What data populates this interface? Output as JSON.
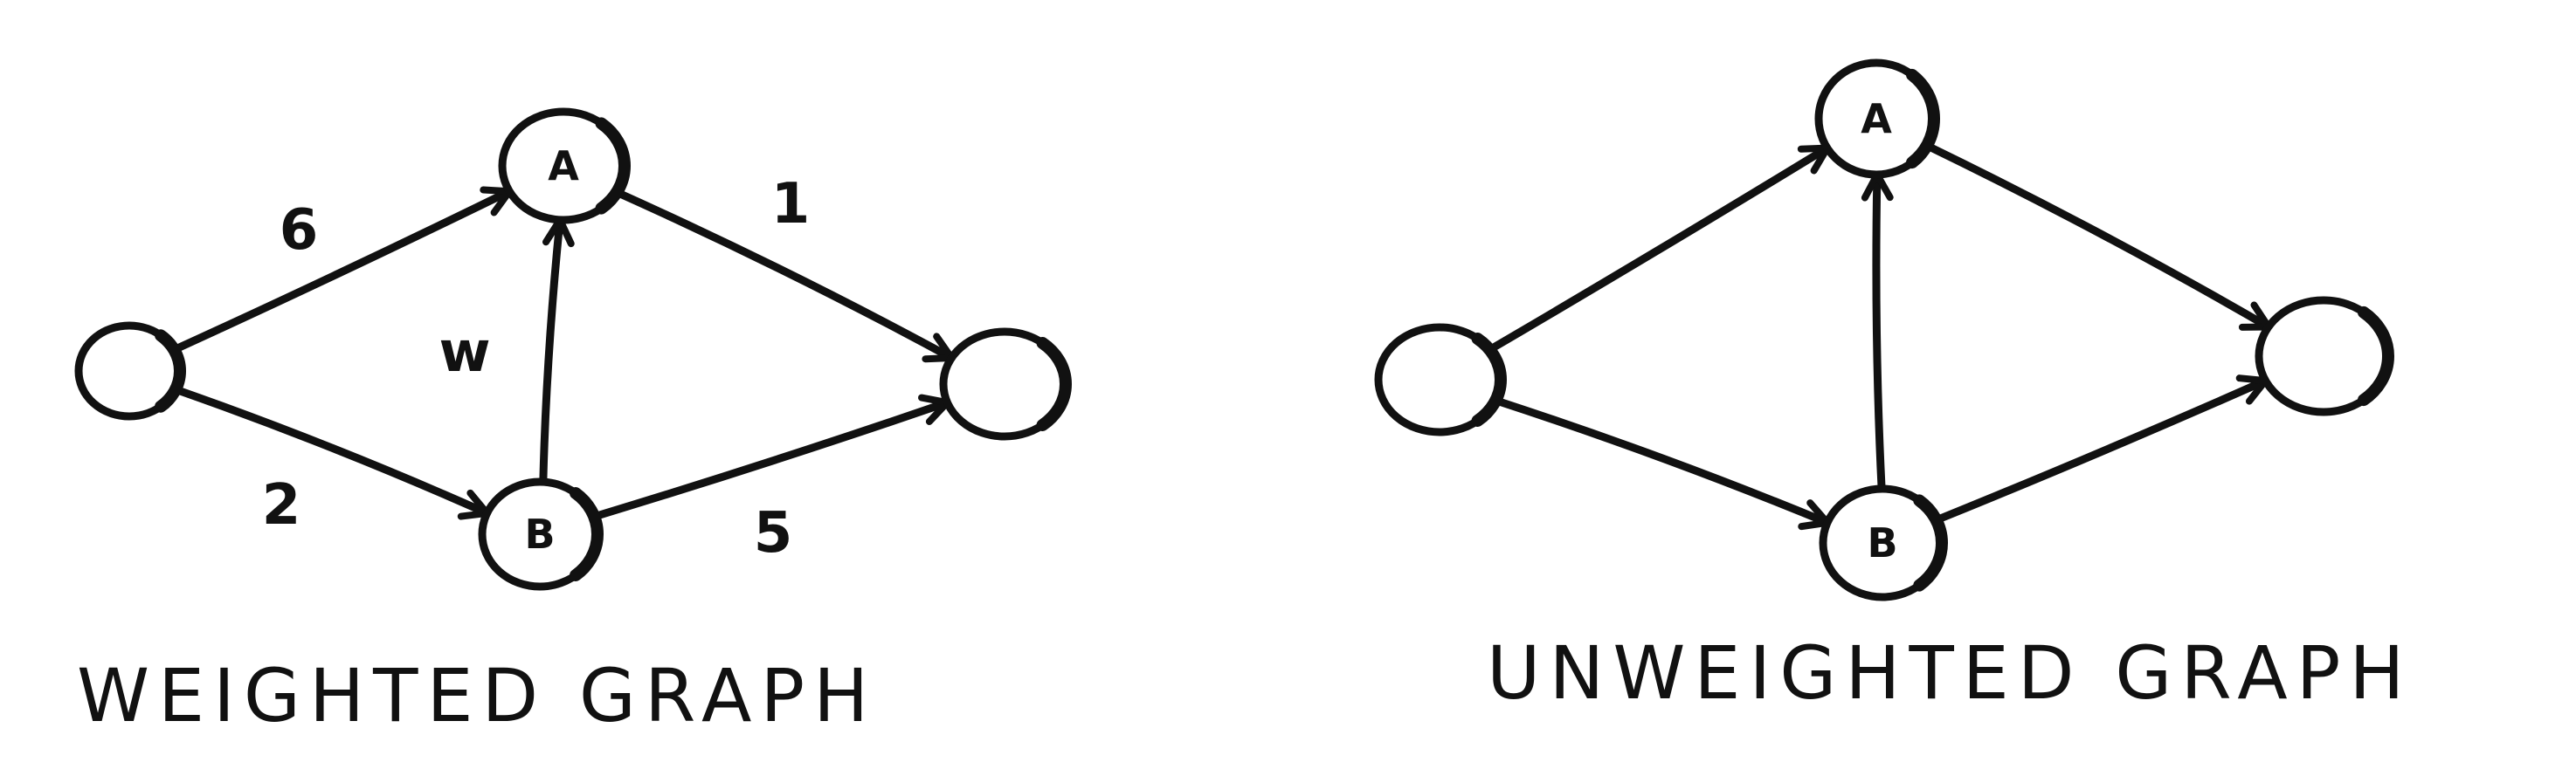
{
  "diagrams": [
    {
      "caption": "WEIGHTED GRAPH",
      "nodes": [
        {
          "id": "start",
          "label": ""
        },
        {
          "id": "A",
          "label": "A"
        },
        {
          "id": "B",
          "label": "B"
        },
        {
          "id": "end",
          "label": ""
        }
      ],
      "edges": [
        {
          "from": "start",
          "to": "A",
          "weight": "6"
        },
        {
          "from": "start",
          "to": "B",
          "weight": "2"
        },
        {
          "from": "B",
          "to": "A",
          "weight": "w"
        },
        {
          "from": "A",
          "to": "end",
          "weight": "1"
        },
        {
          "from": "B",
          "to": "end",
          "weight": "5"
        }
      ]
    },
    {
      "caption": "UNWEIGHTED GRAPH",
      "nodes": [
        {
          "id": "start",
          "label": ""
        },
        {
          "id": "A",
          "label": "A"
        },
        {
          "id": "B",
          "label": "B"
        },
        {
          "id": "end",
          "label": ""
        }
      ],
      "edges": [
        {
          "from": "start",
          "to": "A"
        },
        {
          "from": "start",
          "to": "B"
        },
        {
          "from": "B",
          "to": "A"
        },
        {
          "from": "A",
          "to": "end"
        },
        {
          "from": "B",
          "to": "end"
        }
      ]
    }
  ]
}
